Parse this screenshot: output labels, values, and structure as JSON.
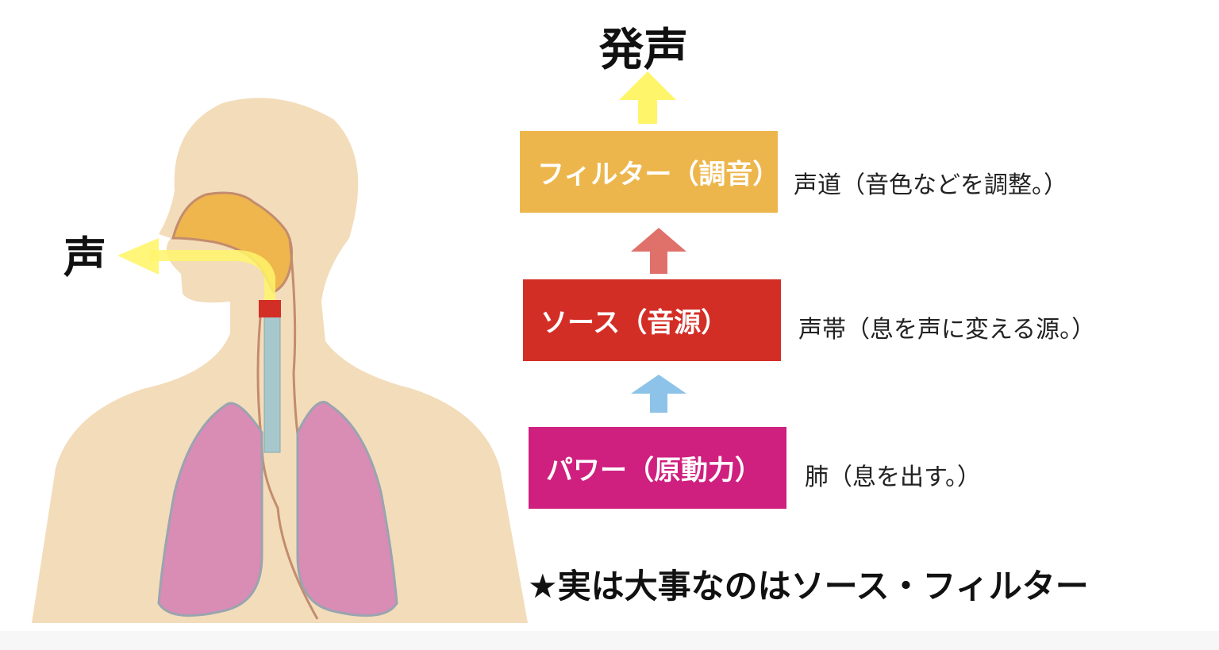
{
  "title": "発声",
  "voice_label": "声",
  "stages": [
    {
      "label": "フィルター（調音）",
      "description": "声道（音色などを調整。）",
      "color": "#EDB64C"
    },
    {
      "label": "ソース（音源）",
      "description": "声帯（息を声に変える源。）",
      "color": "#D32E26"
    },
    {
      "label": "パワー（原動力）",
      "description": "肺（息を出す。）",
      "color": "#CF1F7F"
    }
  ],
  "arrow_colors": {
    "top": "#FFF56B",
    "middle": "#E0716A",
    "bottom": "#8DC3E8"
  },
  "note": "★実は大事なのはソース・フィルター"
}
